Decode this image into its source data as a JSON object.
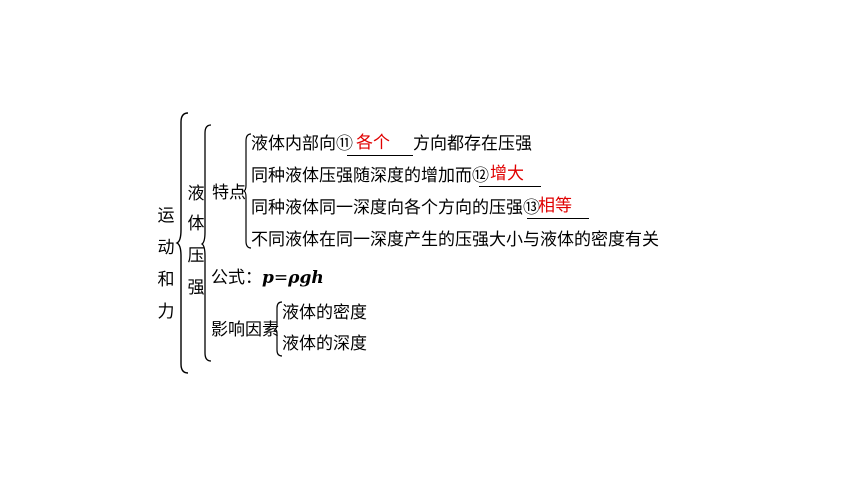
{
  "root": {
    "chars": [
      "运",
      "动",
      "和",
      "力"
    ]
  },
  "topic": {
    "chars": [
      "液",
      "体",
      "压",
      "强"
    ]
  },
  "features": {
    "label": "特点",
    "items": [
      {
        "before": "液体内部向⑪",
        "answer": "各个",
        "after": "方向都存在压强"
      },
      {
        "before": "同种液体压强随深度的增加而⑫",
        "answer": "增大",
        "after": ""
      },
      {
        "before": "同种液体同一深度向各个方向的压强⑬",
        "answer": "相等",
        "after": ""
      },
      {
        "before": "不同液体在同一深度产生的压强大小与液体的密度有关",
        "answer": "",
        "after": ""
      }
    ]
  },
  "formula": {
    "label": "公式：",
    "p": "p",
    "eq": "=",
    "rhs": "ρgh"
  },
  "factors": {
    "label": "影响因素",
    "items": [
      "液体的密度",
      "液体的深度"
    ]
  },
  "colors": {
    "answer": "#e00000",
    "text": "#000000"
  }
}
